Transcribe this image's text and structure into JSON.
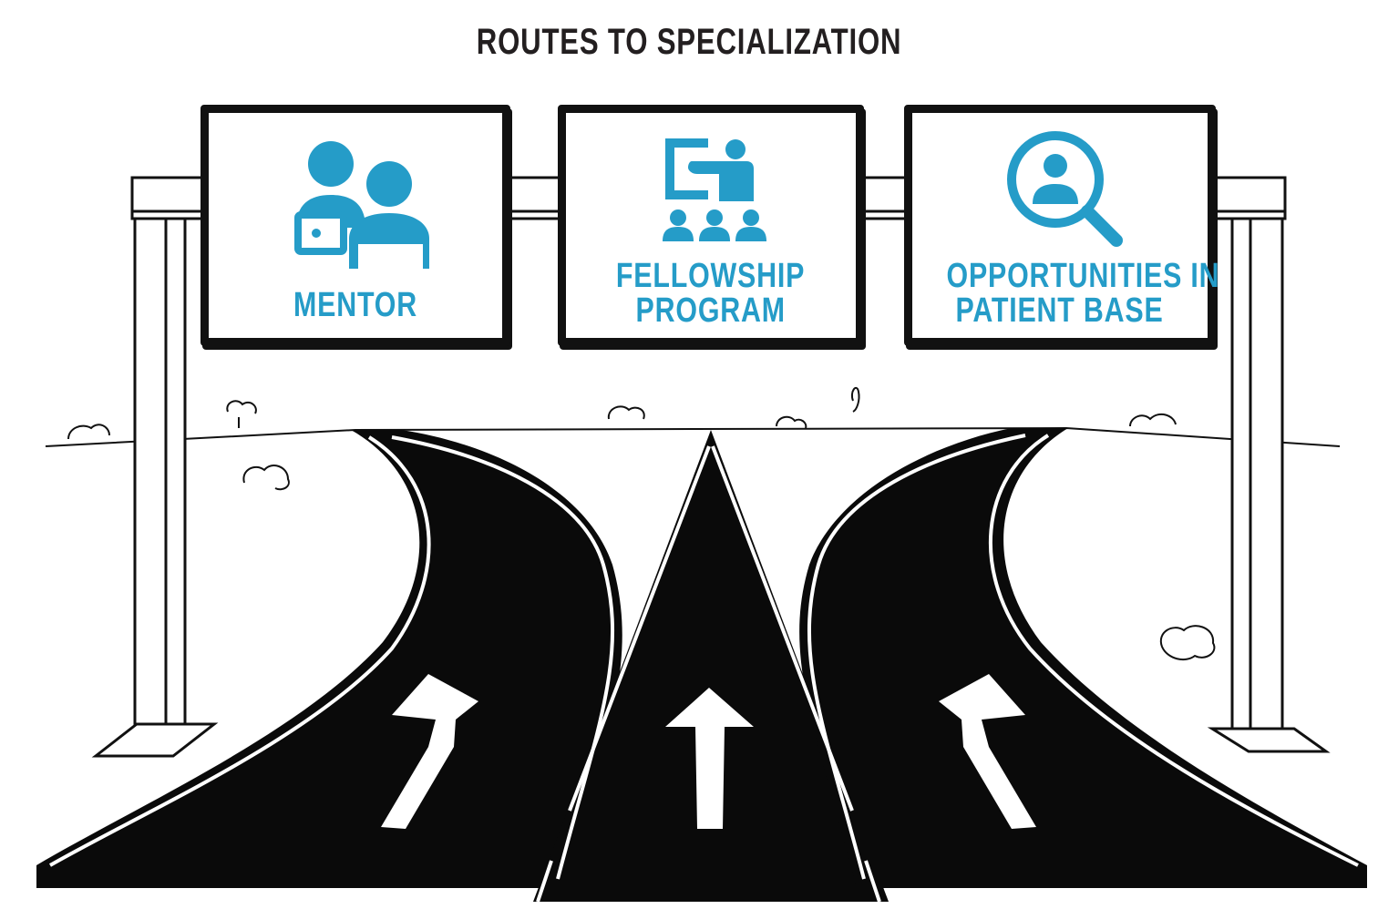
{
  "title": "ROUTES TO SPECIALIZATION",
  "signs": [
    {
      "label": "MENTOR",
      "icon": "mentor-icon"
    },
    {
      "label_line1": "FELLOWSHIP",
      "label_line2": "PROGRAM",
      "icon": "presentation-icon"
    },
    {
      "label_line1": "OPPORTUNITIES IN",
      "label_line2": "PATIENT BASE",
      "icon": "search-person-icon"
    }
  ],
  "colors": {
    "accent": "#259cc8",
    "ink": "#111111"
  }
}
